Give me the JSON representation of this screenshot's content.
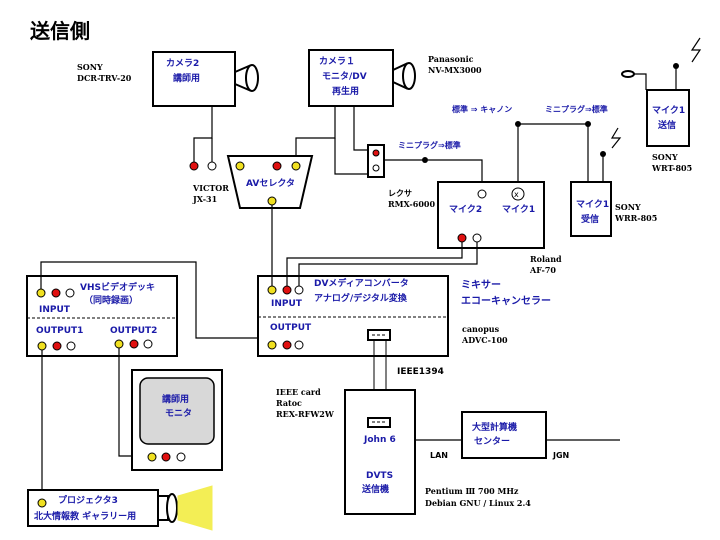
{
  "title": "送信側",
  "labels": {
    "sony_dcr": [
      "SONY",
      "DCR-TRV-20"
    ],
    "camera2": [
      "カメラ2",
      "講師用"
    ],
    "camera1": [
      "カメラ１",
      "モニタ/DV",
      "再生用"
    ],
    "panasonic": [
      "Panasonic",
      "NV-MX3000"
    ],
    "victor": [
      "VICTOR",
      "JX-31"
    ],
    "av_selector": "AVセレクタ",
    "miniplug_std1": "ミニプラグ⇒標準",
    "std_canon": "標準 ⇒ キャノン",
    "miniplug_std2": "ミニプラグ⇒標準",
    "rexa": [
      "レクサ",
      "RMX-6000"
    ],
    "mic2": "マイク2",
    "mic1": "マイク1",
    "mic1_tx": [
      "マイク1",
      "送信"
    ],
    "sony_wrt": [
      "SONY",
      "WRT-805"
    ],
    "mic1_rx": [
      "マイク1",
      "受信"
    ],
    "sony_wrr": [
      "SONY",
      "WRR-805"
    ],
    "roland": [
      "Roland",
      "AF-70"
    ],
    "mixer": [
      "ミキサー",
      "エコーキャンセラー"
    ],
    "vhs": [
      "VHSビデオデッキ",
      "（同時録画）"
    ],
    "vhs_input": "INPUT",
    "vhs_output1": "OUTPUT1",
    "vhs_output2": "OUTPUT2",
    "dv_conv": [
      "DVメディアコンバータ",
      "アナログ/デジタル変換"
    ],
    "dv_input": "INPUT",
    "dv_output": "OUTPUT",
    "canopus": [
      "canopus",
      "ADVC-100"
    ],
    "ieee1394": "IEEE1394",
    "ieee_card": [
      "IEEE card",
      "Ratoc",
      "REX-RFW2W"
    ],
    "monitor": [
      "講師用",
      "モニタ"
    ],
    "john6": "John 6",
    "dvts": [
      "DVTS",
      "送信機"
    ],
    "pentium": [
      "Pentium Ⅲ   700 MHz",
      "Debian GNU / Linux 2.4"
    ],
    "lan": "LAN",
    "jgn": "JGN",
    "center": [
      "大型計算機",
      "センター"
    ],
    "projector": [
      "プロジェクタ3",
      "北大情報教 ギャラリー用"
    ]
  }
}
